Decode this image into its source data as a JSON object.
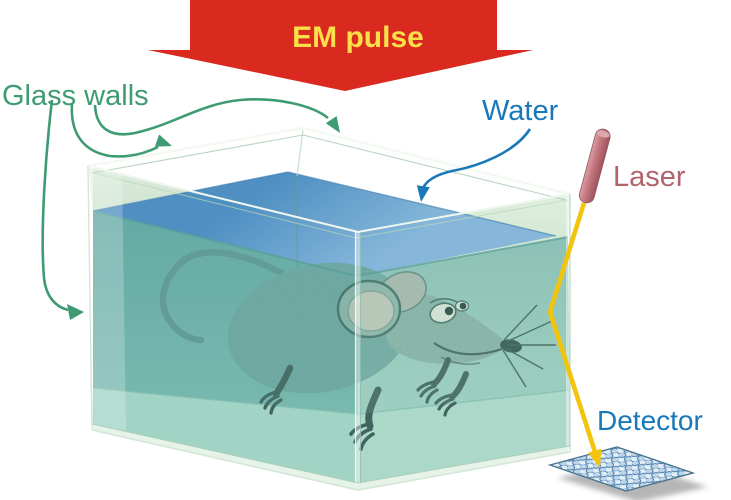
{
  "diagram": {
    "labels": {
      "em_pulse": "EM pulse",
      "glass_walls": "Glass walls",
      "water": "Water",
      "laser": "Laser",
      "detector": "Detector"
    },
    "colors": {
      "em_pulse_arrow": "#da2a20",
      "em_pulse_text": "#fbdf4a",
      "glass_walls_label": "#3f9b72",
      "water_label": "#1878ba",
      "laser_label": "#b2636c",
      "detector_label": "#1878ba",
      "laser_beam": "#f2c40d",
      "laser_body": "#c4747d",
      "water_surface": "#5893c3",
      "water_through_glass": "#6fb0a9",
      "detector_mesh_line": "#3a6fa0"
    }
  }
}
